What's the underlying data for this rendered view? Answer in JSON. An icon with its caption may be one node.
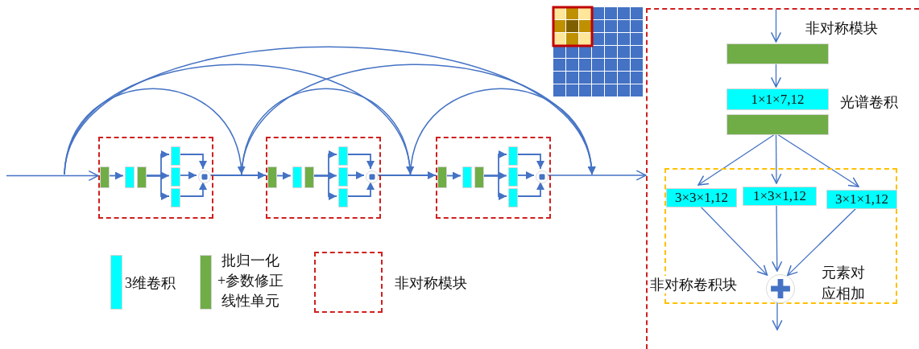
{
  "diagram": {
    "nodes": [
      {
        "text": [],
        "shape": "box"
      },
      {
        "text": [],
        "shape": "bar",
        "in": 0
      },
      {
        "text": [],
        "shape": "bar",
        "in": 0
      },
      {
        "text": [],
        "shape": "bar",
        "in": 0
      },
      {
        "text": [],
        "shape": "bar",
        "in": 0
      },
      {
        "text": [],
        "shape": "bar",
        "in": 0
      },
      {
        "text": [],
        "shape": "bar",
        "in": 0
      },
      {
        "text": [],
        "shape": "circle",
        "in": 0
      },
      {
        "text": [],
        "shape": "box"
      },
      {
        "text": [],
        "shape": "bar",
        "in": 8
      },
      {
        "text": [],
        "shape": "bar",
        "in": 8
      },
      {
        "text": [],
        "shape": "bar",
        "in": 8
      },
      {
        "text": [],
        "shape": "bar",
        "in": 8
      },
      {
        "text": [],
        "shape": "bar",
        "in": 8
      },
      {
        "text": [],
        "shape": "bar",
        "in": 8
      },
      {
        "text": [],
        "shape": "circle",
        "in": 8
      },
      {
        "text": [],
        "shape": "box"
      },
      {
        "text": [],
        "shape": "bar",
        "in": 16
      },
      {
        "text": [],
        "shape": "bar",
        "in": 16
      },
      {
        "text": [],
        "shape": "bar",
        "in": 16
      },
      {
        "text": [],
        "shape": "bar",
        "in": 16
      },
      {
        "text": [],
        "shape": "bar",
        "in": 16
      },
      {
        "text": [],
        "shape": "bar",
        "in": 16
      },
      {
        "text": [],
        "shape": "circle",
        "in": 16
      },
      {
        "text": [
          "非对称模块"
        ]
      },
      {
        "text": [],
        "shape": "bar",
        "in": 24
      },
      {
        "text": [
          "1×1×7,12"
        ],
        "in": 24,
        "beside": [
          "光谱卷积"
        ]
      },
      {
        "text": [],
        "shape": "bar",
        "in": 24
      },
      {
        "text": [
          "非对称卷积块"
        ],
        "in": 24
      },
      {
        "text": [
          "3×3×1,12"
        ],
        "in": 28
      },
      {
        "text": [
          "1×3×1,12"
        ],
        "in": 28
      },
      {
        "text": [
          "3×1×1,12"
        ],
        "in": 28
      },
      {
        "text": [],
        "shape": "circle",
        "in": 28,
        "beside": [
          "元素对应相加"
        ]
      }
    ],
    "edges": [
      {
        "from": null,
        "to": 1,
        "arrow": "to"
      },
      {
        "from": 1,
        "to": 2,
        "arrow": "to"
      },
      {
        "from": 3,
        "to": 4,
        "arrow": "to"
      },
      {
        "from": 3,
        "to": 5,
        "arrow": "to"
      },
      {
        "from": 3,
        "to": 6,
        "arrow": "to"
      },
      {
        "from": 4,
        "to": 7,
        "arrow": "to"
      },
      {
        "from": 5,
        "to": 7,
        "arrow": "to"
      },
      {
        "from": 6,
        "to": 7,
        "arrow": "to"
      },
      {
        "from": 7,
        "to": 9,
        "arrow": "to"
      },
      {
        "from": 9,
        "to": 10,
        "arrow": "to"
      },
      {
        "from": 11,
        "to": 12,
        "arrow": "to"
      },
      {
        "from": 11,
        "to": 13,
        "arrow": "to"
      },
      {
        "from": 11,
        "to": 14,
        "arrow": "to"
      },
      {
        "from": 12,
        "to": 15,
        "arrow": "to"
      },
      {
        "from": 13,
        "to": 15,
        "arrow": "to"
      },
      {
        "from": 14,
        "to": 15,
        "arrow": "to"
      },
      {
        "from": 15,
        "to": 17,
        "arrow": "to"
      },
      {
        "from": 17,
        "to": 18,
        "arrow": "to"
      },
      {
        "from": 19,
        "to": 20,
        "arrow": "to"
      },
      {
        "from": 19,
        "to": 21,
        "arrow": "to"
      },
      {
        "from": 19,
        "to": 22,
        "arrow": "to"
      },
      {
        "from": 20,
        "to": 23,
        "arrow": "to"
      },
      {
        "from": 21,
        "to": 23,
        "arrow": "to"
      },
      {
        "from": 22,
        "to": 23,
        "arrow": "to"
      },
      {
        "from": 23,
        "to": 24,
        "arrow": "to"
      },
      {
        "from": null,
        "to": 25,
        "arrow": "to"
      },
      {
        "from": 25,
        "to": 26,
        "arrow": "to"
      },
      {
        "from": 27,
        "to": 29,
        "arrow": "to"
      },
      {
        "from": 27,
        "to": 30,
        "arrow": "to"
      },
      {
        "from": 27,
        "to": 31,
        "arrow": "to"
      },
      {
        "from": 29,
        "to": 32,
        "arrow": "to"
      },
      {
        "from": 30,
        "to": 32,
        "arrow": "to"
      },
      {
        "from": 31,
        "to": 32,
        "arrow": "to"
      },
      {
        "from": 32,
        "to": null,
        "arrow": "to"
      }
    ],
    "legend": [
      {
        "text": "3维卷积",
        "color": "#00ffff"
      },
      {
        "text": "批归一化+参数修正线性单元",
        "color": "#70ad47"
      },
      {
        "text": "非对称模块"
      }
    ]
  }
}
